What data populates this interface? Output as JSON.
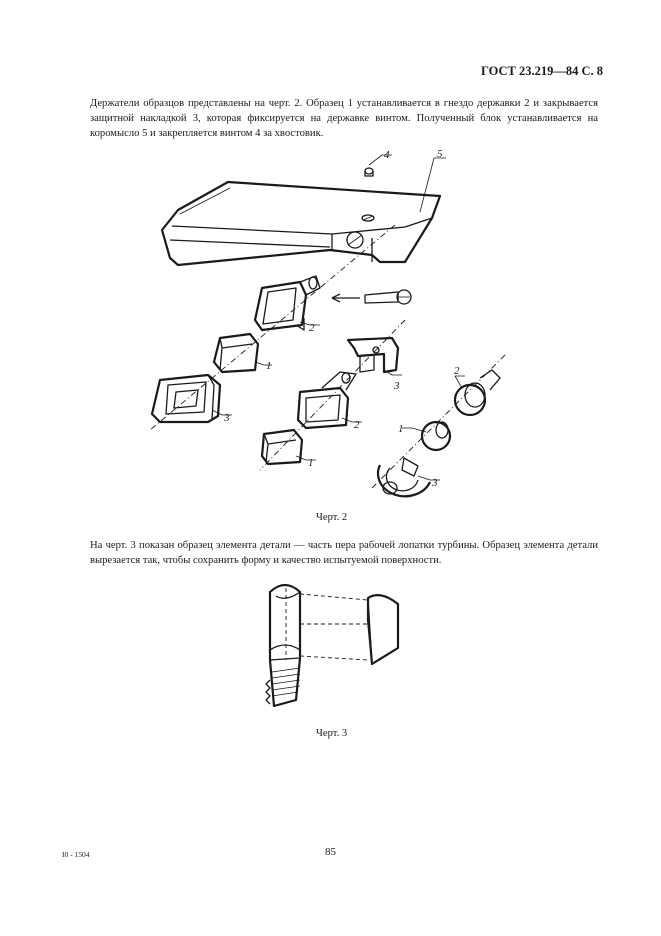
{
  "header": {
    "title": "ГОСТ 23.219—84 С. 8"
  },
  "paragraph1": "Держатели образцов представлены на черт. 2. Образец 1 устанавливается в гнездо державки 2 и закрывается защитной накладкой 3, которая фиксируется на державке винтом. Полученный блок устанавливается на коромысло 5 и закрепляется винтом 4 за хвостовик.",
  "figure2": {
    "caption": "Черт. 2",
    "labels": [
      "4",
      "5",
      "2",
      "1",
      "3",
      "3",
      "2",
      "1",
      "2",
      "1",
      "3"
    ]
  },
  "paragraph2": "На черт. 3 показан образец элемента детали — часть пера рабочей лопатки турбины. Образец элемента детали вырезается так, чтобы сохранить форму и качество испытуемой поверхности.",
  "figure3": {
    "caption": "Черт. 3"
  },
  "footer": {
    "code": "I0 - 1504",
    "page_number": "85"
  }
}
